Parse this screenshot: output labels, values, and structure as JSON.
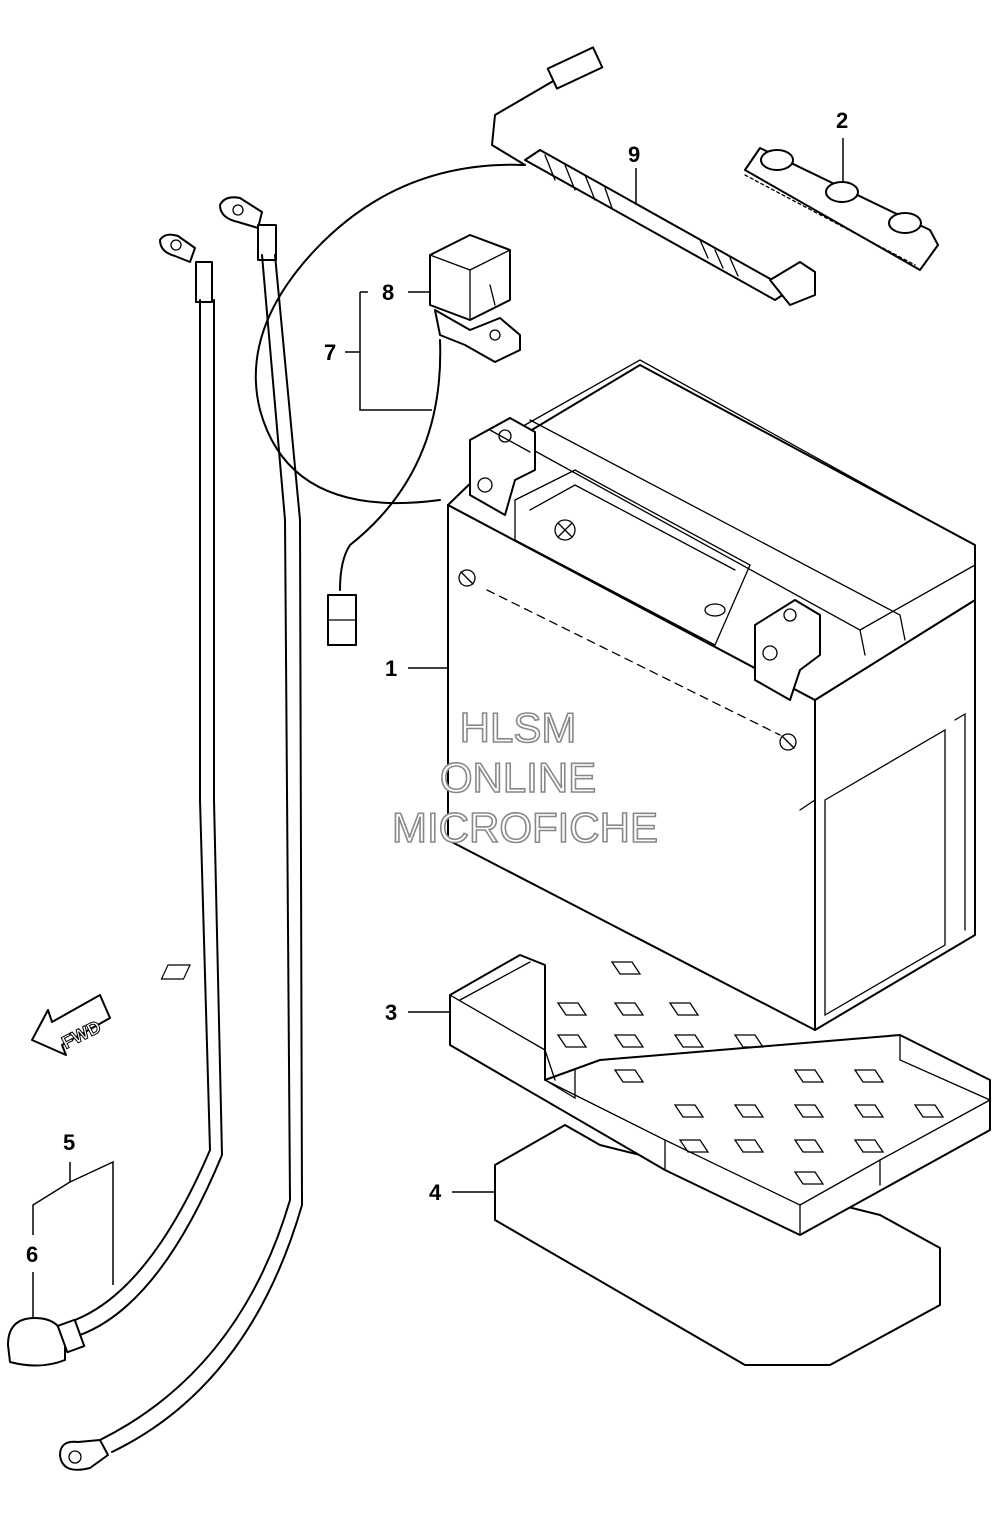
{
  "callouts": [
    {
      "id": "1",
      "text": "1"
    },
    {
      "id": "2",
      "text": "2"
    },
    {
      "id": "3",
      "text": "3"
    },
    {
      "id": "4",
      "text": "4"
    },
    {
      "id": "5",
      "text": "5"
    },
    {
      "id": "6",
      "text": "6"
    },
    {
      "id": "7",
      "text": "7"
    },
    {
      "id": "8",
      "text": "8"
    },
    {
      "id": "9",
      "text": "9"
    }
  ],
  "watermark": {
    "line1": "HLSM",
    "line2": "ONLINE",
    "line3": "MICROFICHE"
  },
  "direction_arrow": {
    "label": "FWD",
    "icon": "arrow-left-icon"
  }
}
